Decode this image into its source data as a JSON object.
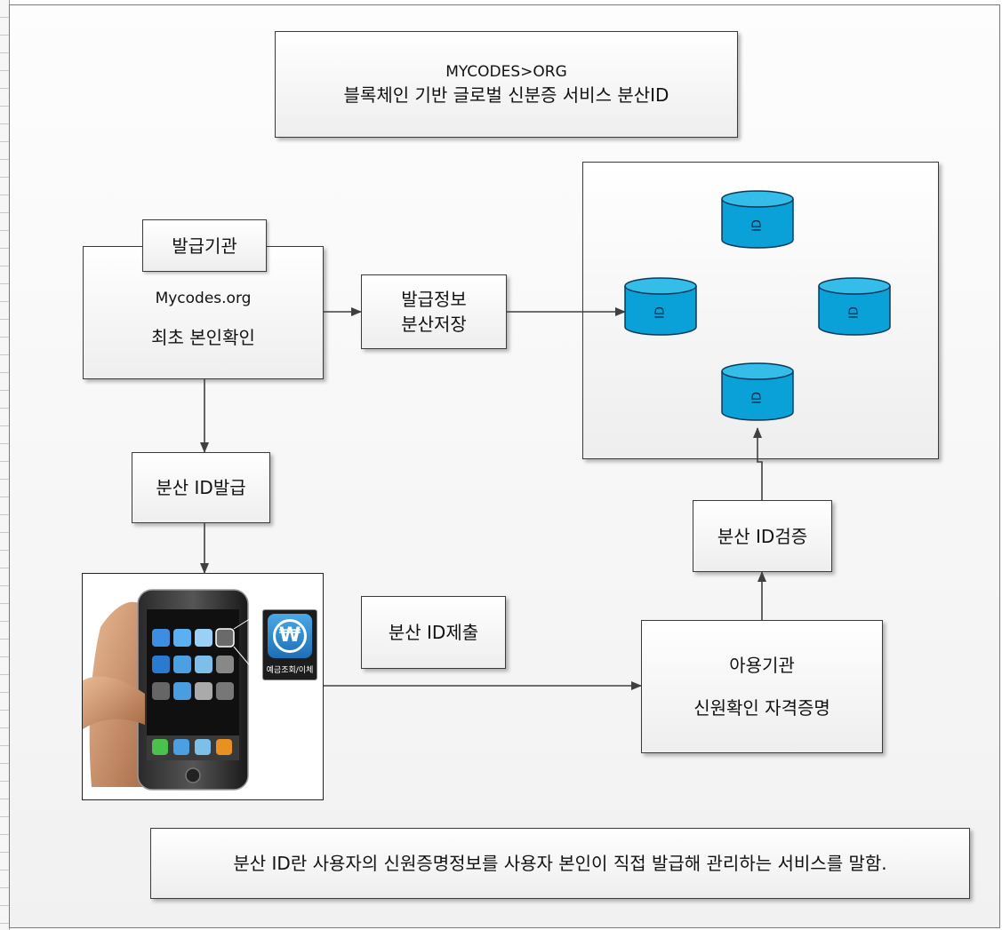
{
  "title": {
    "line1": "MYCODES>ORG",
    "line2": "블록체인 기반 글로벌 신분증 서비스 분산ID"
  },
  "issuer": {
    "tab": "발급기관",
    "site": "Mycodes.org",
    "desc": "최초 본인확인"
  },
  "store": {
    "line1": "발급정보",
    "line2": "분산저장"
  },
  "ledger": {
    "node_label": "ID"
  },
  "issue_id": "분산 ID발급",
  "submit_id": "분산 ID제출",
  "verify_id": "분산 ID검증",
  "user_org": {
    "title": "아용기관",
    "desc": "신원확인 자격증명"
  },
  "phone": {
    "app_symbol": "₩",
    "app_label": "예금조회/이체"
  },
  "footnote": "분산 ID란 사용자의 신원증명정보를 사용자 본인이 직접 발급해 관리하는 서비스를 말함.",
  "colors": {
    "node_fill": "#0aa0d8",
    "node_stroke": "#0a3a5a",
    "arrow": "#404040"
  }
}
